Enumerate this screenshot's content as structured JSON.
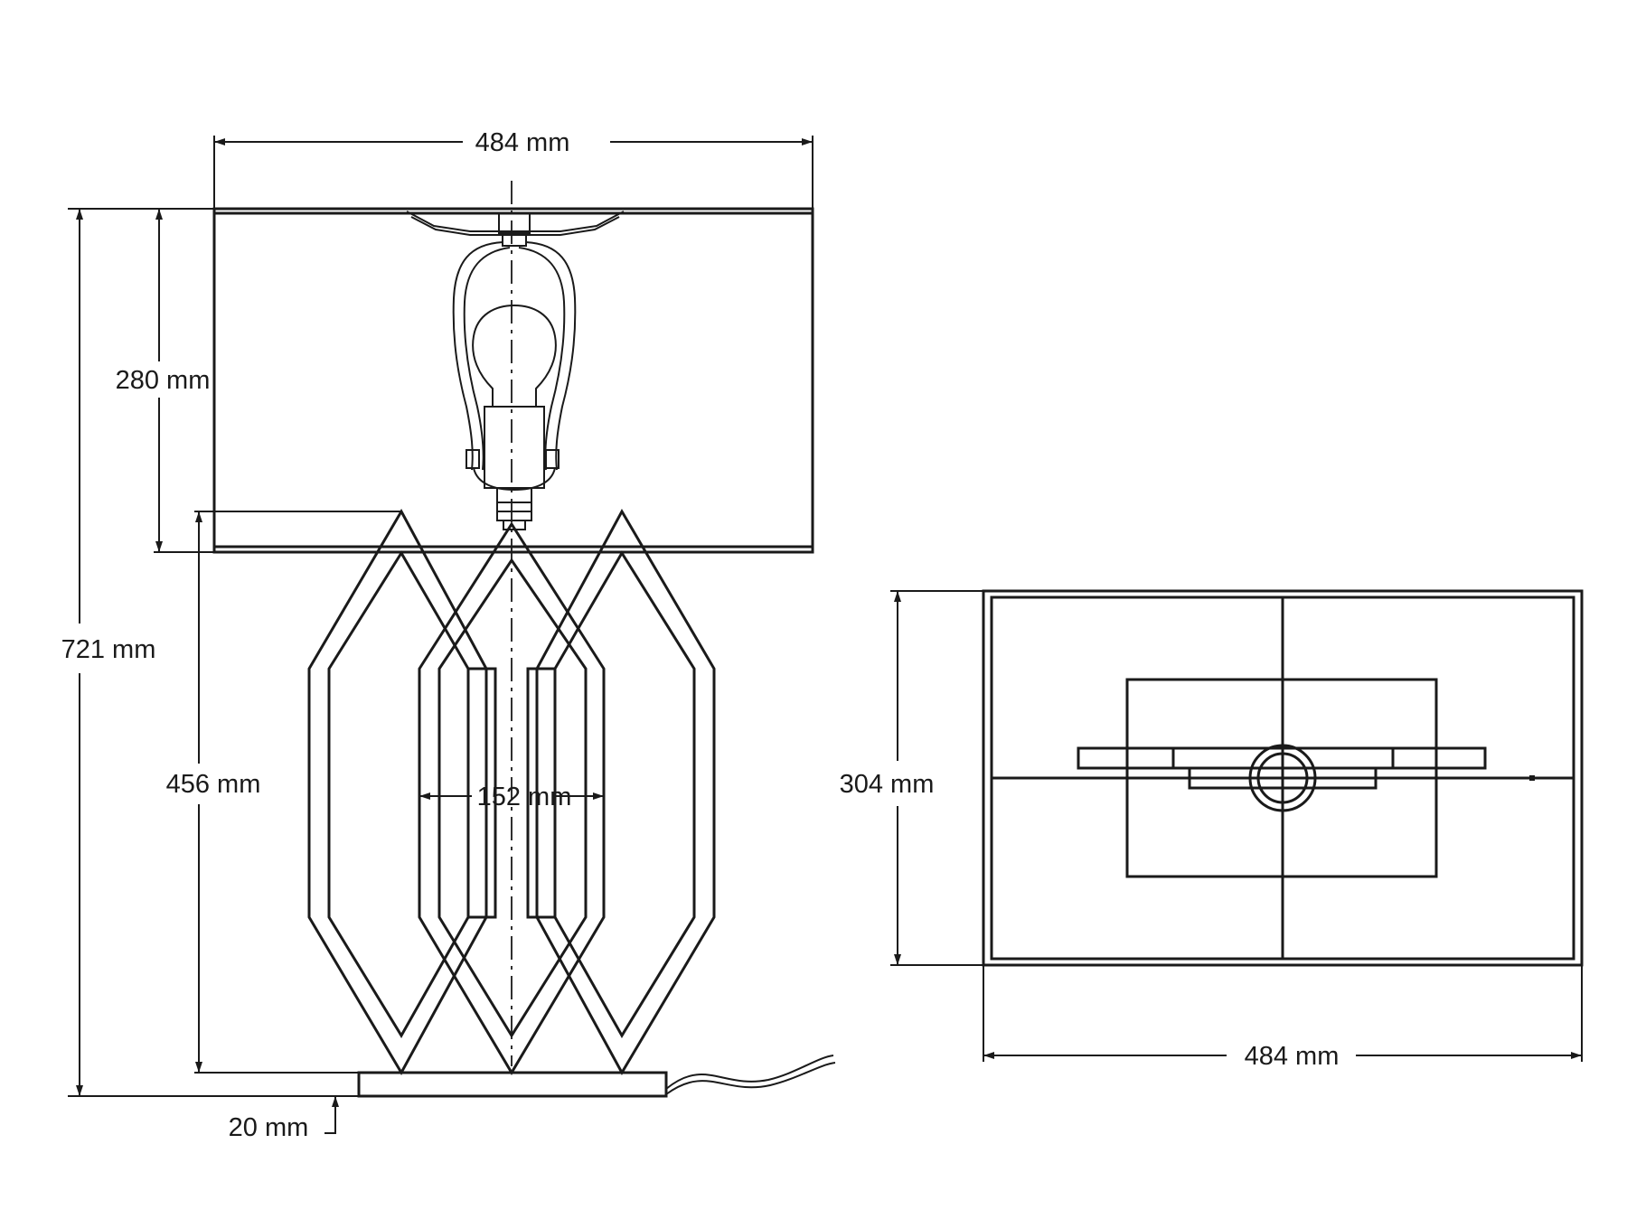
{
  "dimensions": {
    "shade_width": "484 mm",
    "shade_height": "280 mm",
    "total_height": "721 mm",
    "base_height": "456 mm",
    "frame_inner_width": "152 mm",
    "plinth_thickness": "20 mm",
    "top_view_depth": "304 mm",
    "top_view_width": "484 mm"
  }
}
